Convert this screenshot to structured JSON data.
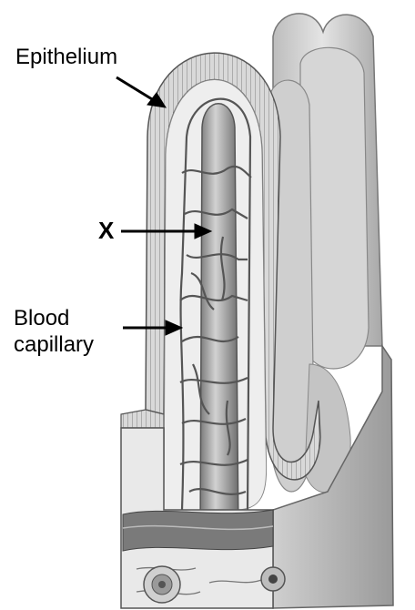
{
  "labels": {
    "epithelium": "Epithelium",
    "x": "X",
    "blood_line1": "Blood",
    "blood_line2": "capillary"
  }
}
